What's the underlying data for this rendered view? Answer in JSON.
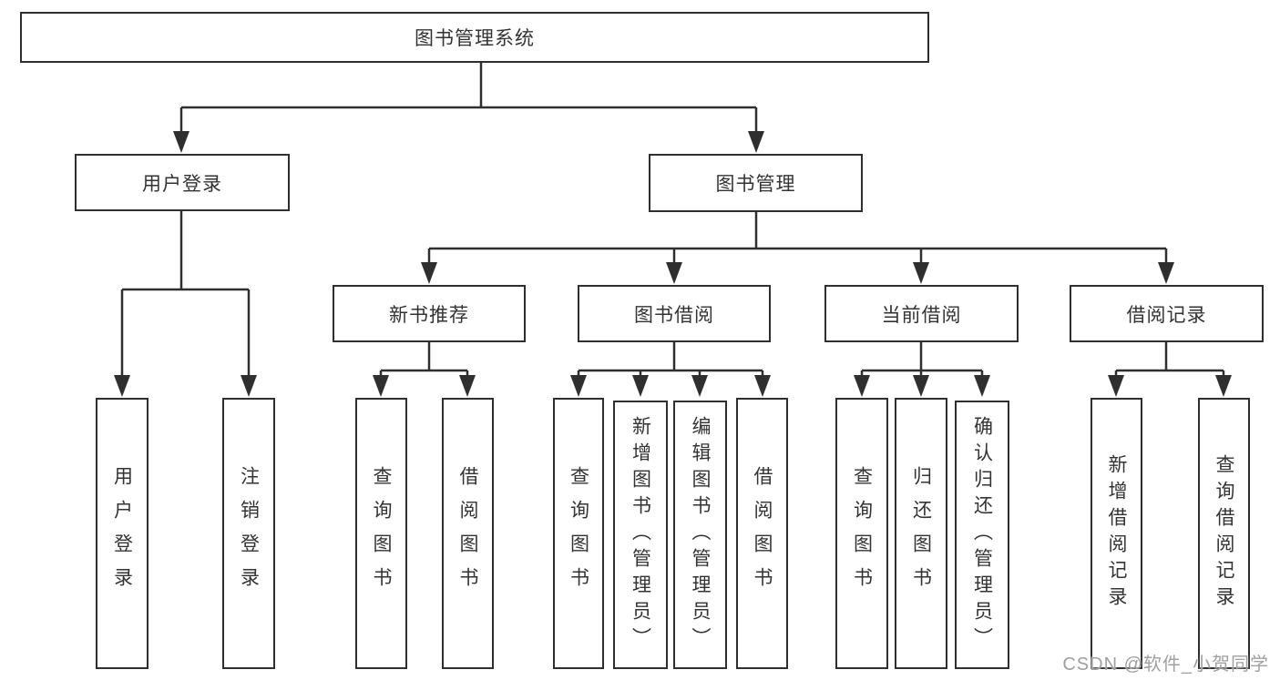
{
  "colors": {
    "line": "#2f2f2f",
    "text": "#333333",
    "watermark": "#a0a0a0",
    "background": "#ffffff"
  },
  "diagram": {
    "root": {
      "label": "图书管理系统"
    },
    "level2": [
      {
        "label": "用户登录"
      },
      {
        "label": "图书管理"
      }
    ],
    "level3": [
      {
        "label": "新书推荐"
      },
      {
        "label": "图书借阅"
      },
      {
        "label": "当前借阅"
      },
      {
        "label": "借阅记录"
      }
    ],
    "leaves": {
      "user_login": [
        "用户登录",
        "注销登录"
      ],
      "new_book": [
        "查询图书",
        "借阅图书"
      ],
      "book_borrow": [
        "查询图书",
        "新增图书（管理员）",
        "编辑图书（管理员）",
        "借阅图书"
      ],
      "current_borrow": [
        "查询图书",
        "归还图书",
        "确认归还（管理员）"
      ],
      "borrow_record": [
        "新增借阅记录",
        "查询借阅记录"
      ]
    }
  },
  "watermark": "CSDN @软件_小贺同学"
}
